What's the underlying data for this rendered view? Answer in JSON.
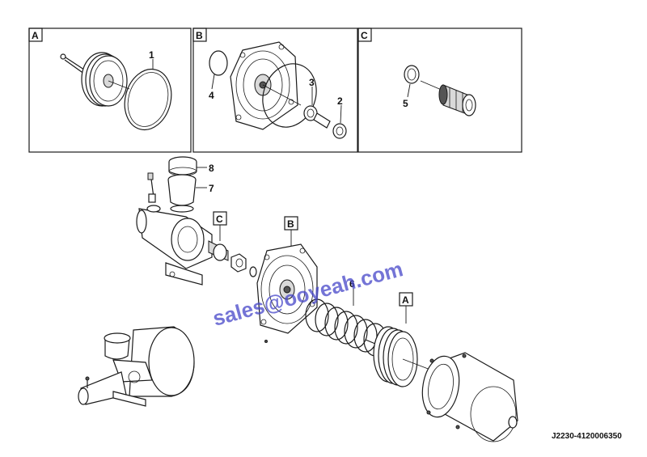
{
  "panels": [
    {
      "letter": "A"
    },
    {
      "letter": "B"
    },
    {
      "letter": "C"
    }
  ],
  "callout_letters": {
    "a": "A",
    "b": "B",
    "c": "C"
  },
  "part_numbers": {
    "p1": "1",
    "p2": "2",
    "p3": "3",
    "p4": "4",
    "p5": "5",
    "p6": "6",
    "p7": "7",
    "p8": "8"
  },
  "watermark": "sales@ooyeah.com",
  "drawing_code": "J2230-4120006350"
}
